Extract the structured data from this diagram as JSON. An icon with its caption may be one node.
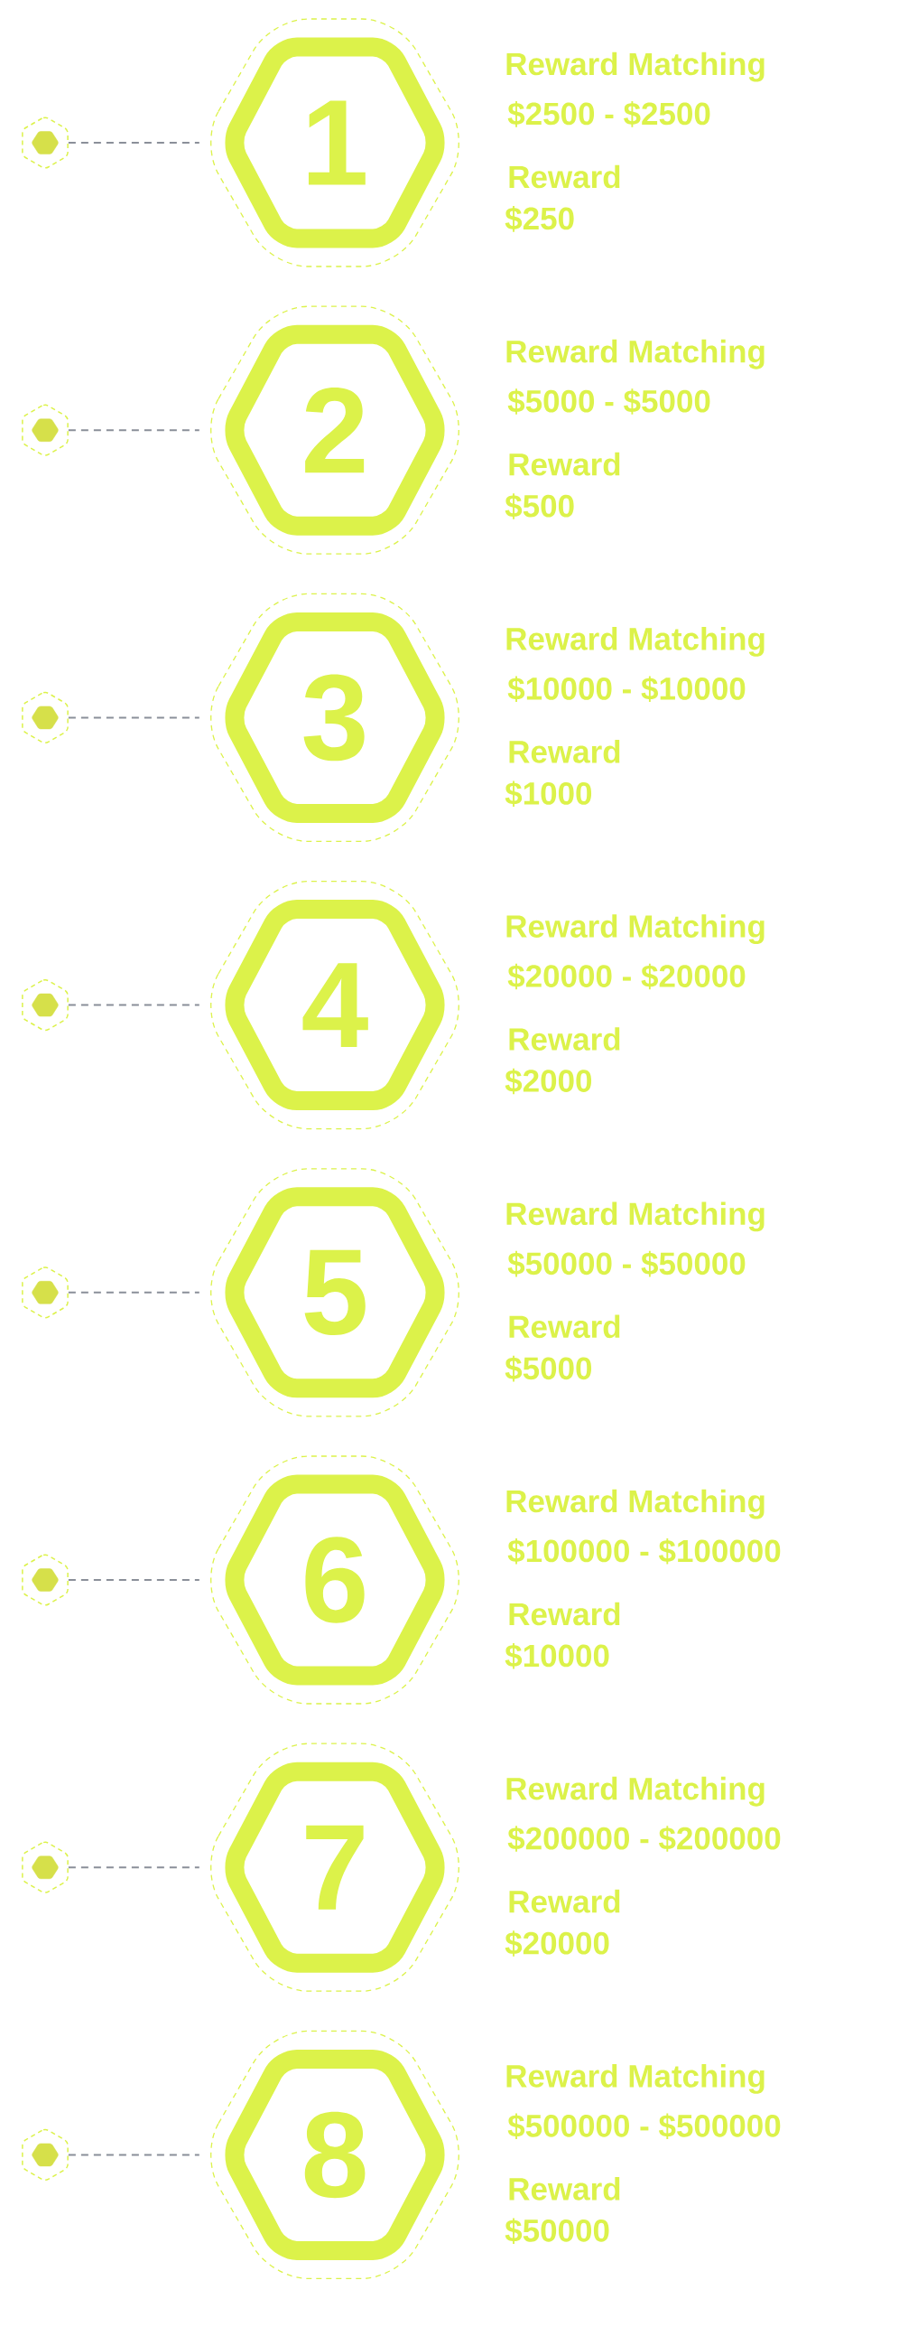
{
  "diagram": {
    "nodes": [
      {
        "text": [],
        "shape": "hexagon"
      },
      {
        "text": [
          "1"
        ],
        "beside": [
          "Reward Matching",
          "$2500 - $2500",
          "Reward",
          "$250"
        ]
      },
      {
        "text": [],
        "shape": "hexagon"
      },
      {
        "text": [
          "2"
        ],
        "beside": [
          "Reward Matching",
          "$5000 - $5000",
          "Reward",
          "$500"
        ]
      },
      {
        "text": [],
        "shape": "hexagon"
      },
      {
        "text": [
          "3"
        ],
        "beside": [
          "Reward Matching",
          "$10000 - $10000",
          "Reward",
          "$1000"
        ]
      },
      {
        "text": [],
        "shape": "hexagon"
      },
      {
        "text": [
          "4"
        ],
        "beside": [
          "Reward Matching",
          "$20000 - $20000",
          "Reward",
          "$2000"
        ]
      },
      {
        "text": [],
        "shape": "hexagon"
      },
      {
        "text": [
          "5"
        ],
        "beside": [
          "Reward Matching",
          "$50000 - $50000",
          "Reward",
          "$5000"
        ]
      },
      {
        "text": [],
        "shape": "hexagon"
      },
      {
        "text": [
          "6"
        ],
        "beside": [
          "Reward Matching",
          "$100000 - $100000",
          "Reward",
          "$10000"
        ]
      },
      {
        "text": [],
        "shape": "hexagon"
      },
      {
        "text": [
          "7"
        ],
        "beside": [
          "Reward Matching",
          "$200000 - $200000",
          "Reward",
          "$20000"
        ]
      },
      {
        "text": [],
        "shape": "hexagon"
      },
      {
        "text": [
          "8"
        ],
        "beside": [
          "Reward Matching",
          "$500000 - $500000",
          "Reward",
          "$50000"
        ]
      }
    ],
    "edges": [
      {
        "from": 0,
        "to": 1,
        "arrow": "none",
        "style": "dashed"
      },
      {
        "from": 2,
        "to": 3,
        "arrow": "none",
        "style": "dashed"
      },
      {
        "from": 4,
        "to": 5,
        "arrow": "none",
        "style": "dashed"
      },
      {
        "from": 6,
        "to": 7,
        "arrow": "none",
        "style": "dashed"
      },
      {
        "from": 8,
        "to": 9,
        "arrow": "none",
        "style": "dashed"
      },
      {
        "from": 10,
        "to": 11,
        "arrow": "none",
        "style": "dashed"
      },
      {
        "from": 12,
        "to": 13,
        "arrow": "none",
        "style": "dashed"
      },
      {
        "from": 14,
        "to": 15,
        "arrow": "none",
        "style": "dashed"
      }
    ]
  }
}
